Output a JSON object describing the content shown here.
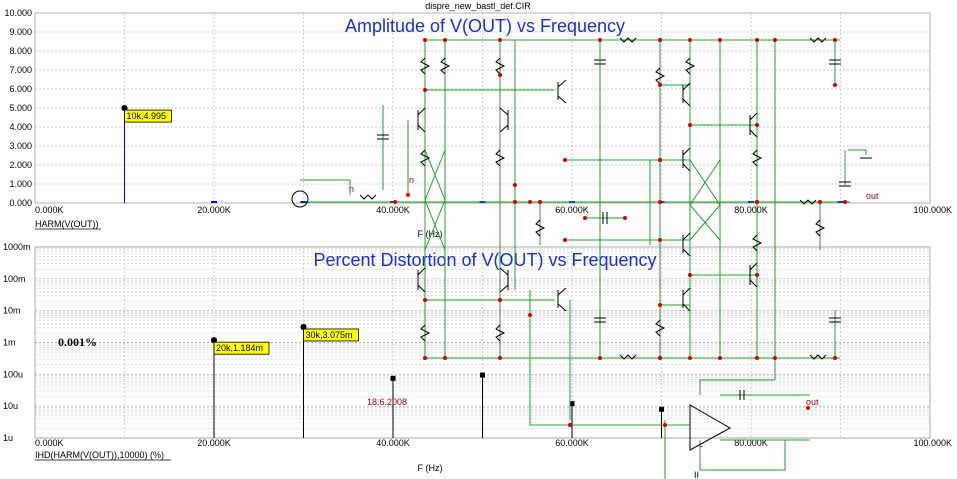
{
  "window": {
    "file_name": "dispre_new_bastl_def.CIR"
  },
  "annotation": {
    "percent": "0.001%",
    "date": "18.6.2008"
  },
  "net_labels": {
    "n1": "n",
    "n2": "n",
    "out1": "out",
    "out2": "out",
    "minus": "-",
    "ii": "II"
  },
  "colors": {
    "title": "#1a2fd0",
    "wire": "#20a020",
    "node": "#d00000",
    "marker_fill": "#ffff00",
    "stem": "#0000ff"
  },
  "chart_data": [
    {
      "type": "bar",
      "title": "Amplitude of V(OUT) vs Frequency",
      "xlabel": "F (Hz)",
      "ylabel": "HARM(V(OUT))",
      "xlim": [
        0,
        100000
      ],
      "ylim": [
        0,
        10
      ],
      "x_ticks": [
        "0.000K",
        "20.000K",
        "40.000K",
        "60.000K",
        "80.000K",
        "100.000K"
      ],
      "y_ticks": [
        "0.000",
        "1.000",
        "2.000",
        "3.000",
        "4.000",
        "5.000",
        "6.000",
        "7.000",
        "8.000",
        "9.000",
        "10.000"
      ],
      "grid": true,
      "x": [
        10000,
        20000,
        30000,
        40000,
        50000,
        60000,
        70000,
        80000,
        90000
      ],
      "values": [
        4.995,
        0.005,
        0.01,
        0.003,
        0.01,
        0.003,
        0.003,
        0.002,
        0.002
      ],
      "markers": [
        {
          "label": "10k,4.995",
          "x": 10000,
          "y": 4.995
        }
      ]
    },
    {
      "type": "bar",
      "title": "Percent Distortion of V(OUT) vs Frequency",
      "xlabel": "F (Hz)",
      "ylabel": "IHD(HARM(V(OUT)),10000) (%)",
      "xlim": [
        0,
        100000
      ],
      "ylim": [
        1e-06,
        1
      ],
      "log_y": true,
      "x_ticks": [
        "0.000K",
        "20.000K",
        "40.000K",
        "60.000K",
        "80.000K",
        "100.000K"
      ],
      "y_ticks": [
        "1u",
        "10u",
        "100u",
        "1m",
        "10m",
        "100m",
        "1000m"
      ],
      "grid": true,
      "x": [
        20000,
        30000,
        40000,
        50000,
        60000,
        70000
      ],
      "values": [
        0.001184,
        0.003075,
        7.5e-05,
        9.5e-05,
        1.2e-05,
        8e-06
      ],
      "markers": [
        {
          "label": "20k,1.184m",
          "x": 20000,
          "y": 0.001184
        },
        {
          "label": "30k,3.075m",
          "x": 30000,
          "y": 0.003075
        }
      ]
    }
  ]
}
